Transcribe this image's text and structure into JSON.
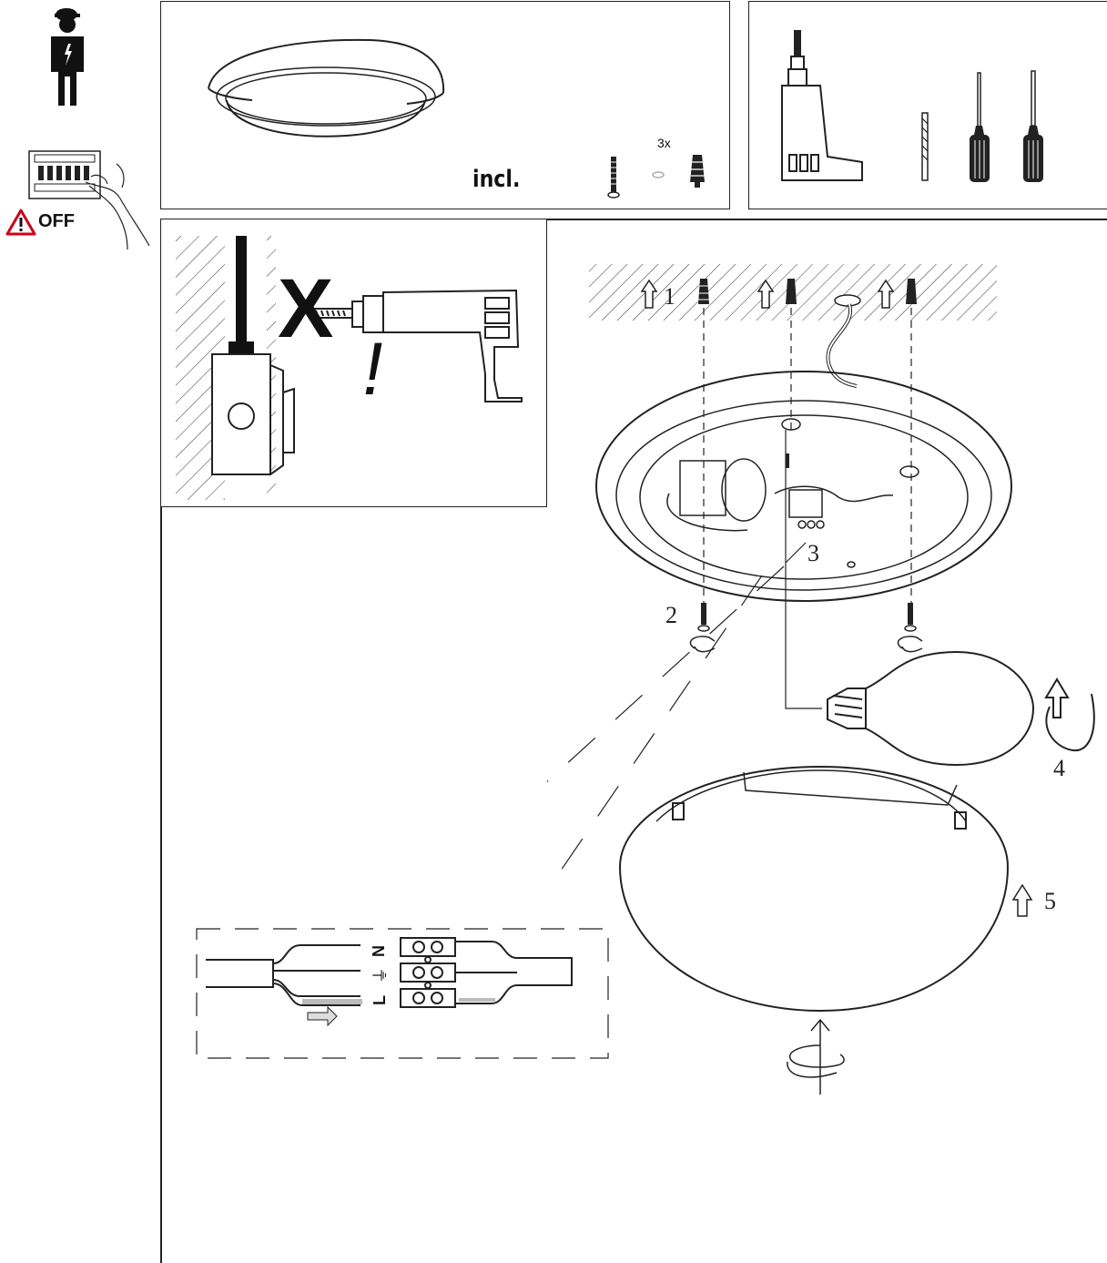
{
  "sidebar": {
    "electrician_icon": "electrician-icon",
    "fuse_box_icon": "fuse-box-switch-off-icon",
    "warning_icon": "warning-triangle-icon",
    "off_label": "OFF"
  },
  "included_panel": {
    "incl_label": "incl.",
    "quantity_label": "3x",
    "items": [
      "ceiling-lamp",
      "screw",
      "washer",
      "wall-plug"
    ]
  },
  "tools_panel": {
    "items": [
      "drill-icon",
      "drill-bit-icon",
      "phillips-screwdriver-icon",
      "flat-screwdriver-icon"
    ]
  },
  "warning_panel": {
    "cross_mark": "X",
    "exclamation": "!"
  },
  "steps": {
    "step1": "1",
    "step2": "2",
    "step3": "3",
    "step4": "4",
    "step5": "5"
  },
  "wiring": {
    "terminal_n": "N",
    "terminal_l": "L",
    "earth_symbol": "⏚"
  },
  "colors": {
    "line": "#222222",
    "warning_red": "#d0021b",
    "wire_grey": "#bbbbbb"
  }
}
